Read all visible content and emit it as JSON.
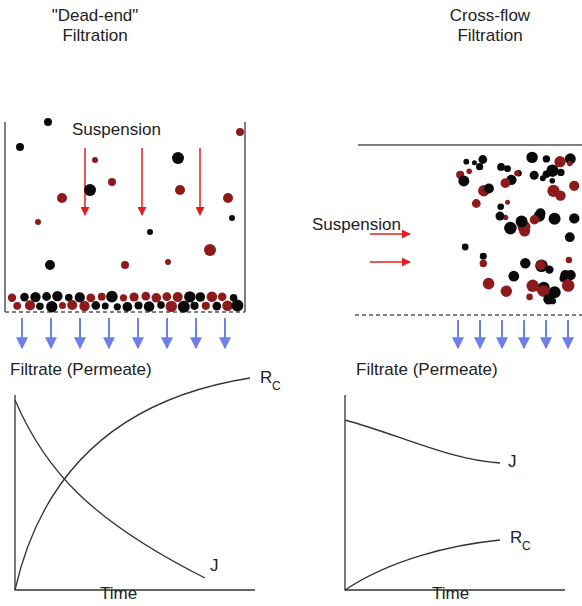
{
  "diagram": {
    "labels": [
      "\"Dead-end\" Filtration",
      "Cross-flow Filtration",
      "Suspension",
      "Suspension",
      "Filtrate (Permeate)",
      "Filtrate (Permeate)",
      "R",
      "C",
      "J",
      "Time",
      "J",
      "R",
      "C",
      "Time"
    ]
  }
}
